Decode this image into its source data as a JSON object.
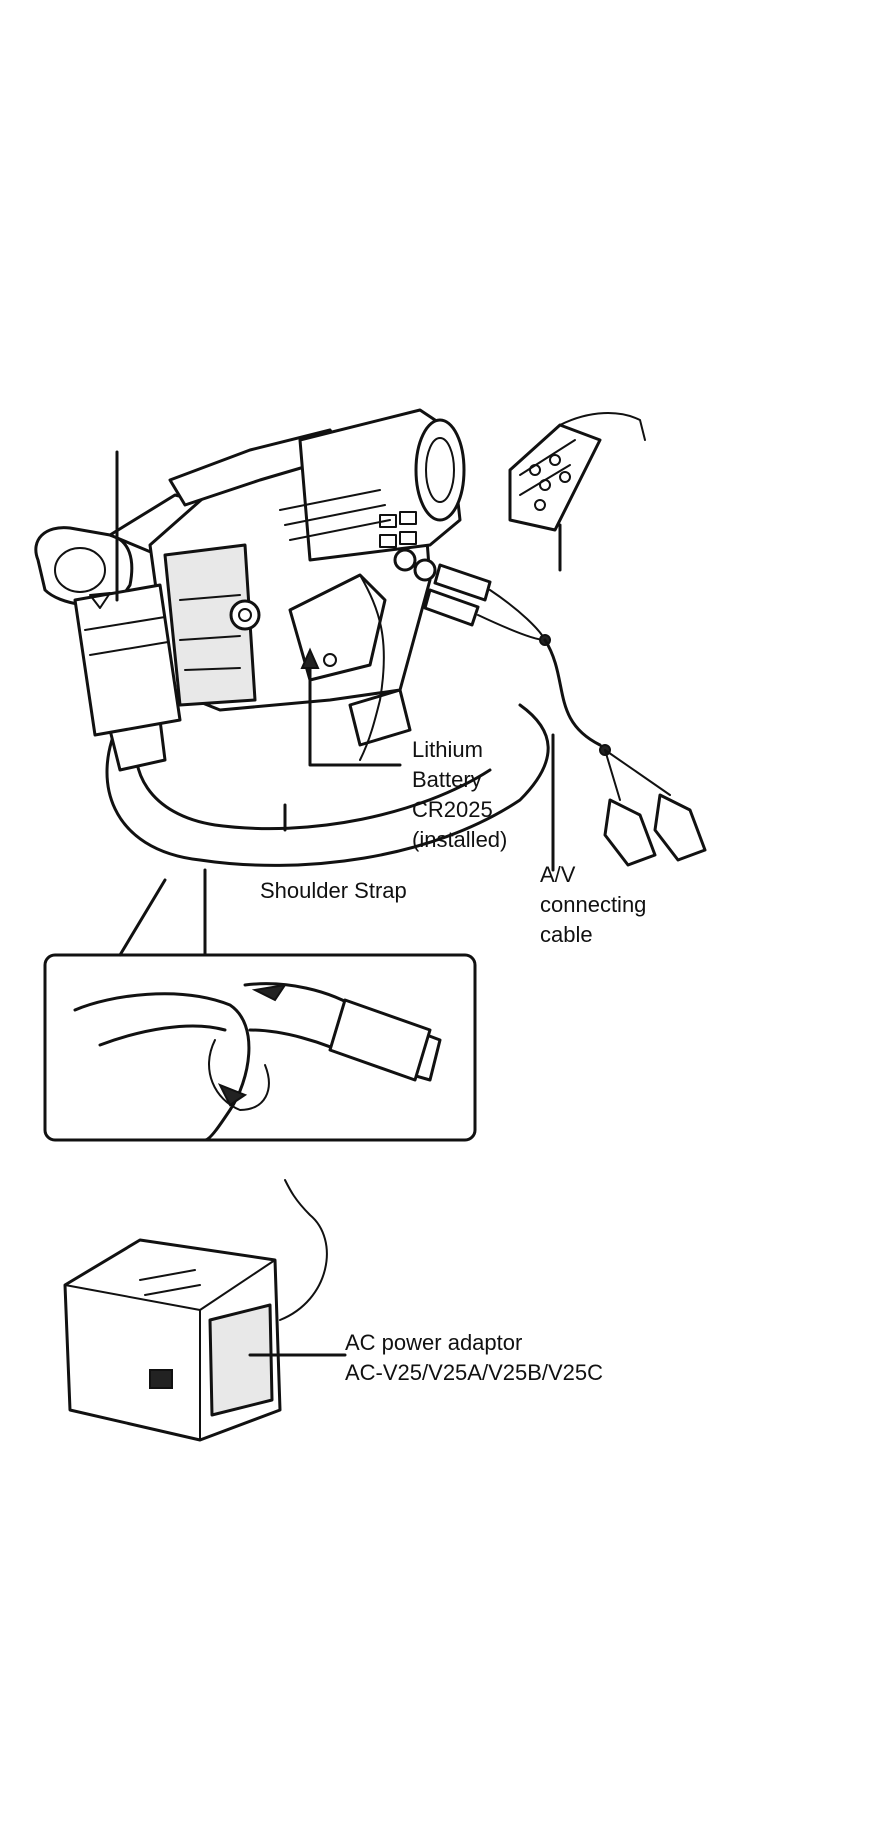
{
  "labels": {
    "lithium_battery": [
      "Lithium",
      "Battery",
      "CR2025",
      "(installed)"
    ],
    "shoulder_strap": "Shoulder Strap",
    "av_cable": [
      "A/V",
      "connecting",
      "cable"
    ],
    "ac_adaptor": [
      "AC power adaptor",
      "AC-V25/V25A/V25B/V25C"
    ]
  }
}
